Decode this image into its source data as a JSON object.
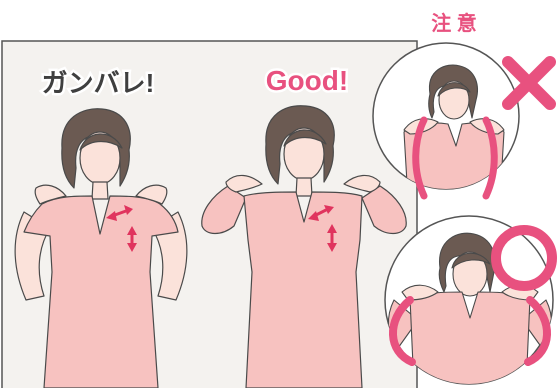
{
  "labels": {
    "keep_trying": "ガンバレ!",
    "good": "Good!",
    "caution": "注 意"
  },
  "symbols": {
    "bad_mark": "cross-mark",
    "good_mark": "circle-mark"
  },
  "colors": {
    "accent": "#e8517f",
    "arrow": "#e0345e",
    "panel_bg": "#f4f2ef",
    "panel_border": "#555555",
    "skin": "#fbe2da",
    "shirt": "#f7c2c0",
    "hair": "#6b5a52",
    "label_dark": "#3f3f3f",
    "line": "#4a4a4a"
  }
}
